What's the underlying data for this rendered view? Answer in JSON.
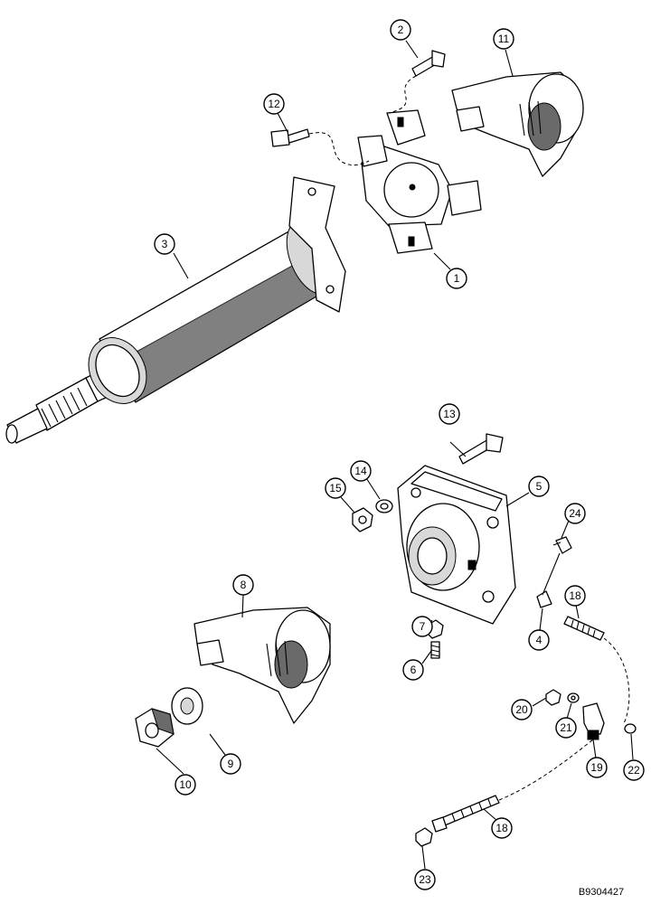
{
  "figure_code": "B9304427",
  "callouts": {
    "c1": "1",
    "c2": "2",
    "c3": "3",
    "c4": "4",
    "c5": "5",
    "c6": "6",
    "c7": "7",
    "c8": "8",
    "c9": "9",
    "c10": "10",
    "c11": "11",
    "c12": "12",
    "c13": "13",
    "c14": "14",
    "c15": "15",
    "c18a": "18",
    "c18b": "18",
    "c19": "19",
    "c20": "20",
    "c21": "21",
    "c22": "22",
    "c23": "23",
    "c24": "24"
  }
}
